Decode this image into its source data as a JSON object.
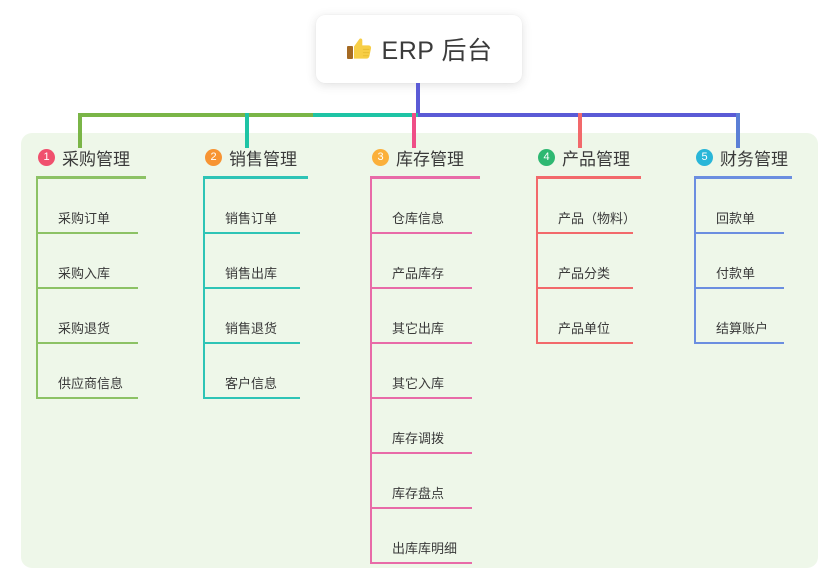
{
  "root": {
    "icon": "thumbs-up-icon",
    "title": "ERP 后台"
  },
  "colors": {
    "panel_bg": "#eef7e9",
    "trunk": "#5b5bd6",
    "bus_green": "#7ab547",
    "bus_teal": "#1ec4a5",
    "bus_blue": "#5b5bd6",
    "drop_1": "#7ab547",
    "drop_2": "#1ec4a5",
    "drop_3": "#ef4e87",
    "drop_4": "#f2696b",
    "drop_5": "#5b7fd6"
  },
  "columns": [
    {
      "number": "1",
      "title": "采购管理",
      "badge_color": "#f0506e",
      "line_color": "#8cc265",
      "items": [
        {
          "label": "采购订单"
        },
        {
          "label": "采购入库"
        },
        {
          "label": "采购退货"
        },
        {
          "label": "供应商信息"
        }
      ]
    },
    {
      "number": "2",
      "title": "销售管理",
      "badge_color": "#f79433",
      "line_color": "#2ec4b6",
      "items": [
        {
          "label": "销售订单"
        },
        {
          "label": "销售出库"
        },
        {
          "label": "销售退货"
        },
        {
          "label": "客户信息"
        }
      ]
    },
    {
      "number": "3",
      "title": "库存管理",
      "badge_color": "#fbb03b",
      "line_color": "#e86ba8",
      "items": [
        {
          "label": "仓库信息"
        },
        {
          "label": "产品库存"
        },
        {
          "label": "其它出库"
        },
        {
          "label": "其它入库"
        },
        {
          "label": "库存调拨"
        },
        {
          "label": "库存盘点"
        },
        {
          "label": "出库库明细"
        }
      ]
    },
    {
      "number": "4",
      "title": "产品管理",
      "badge_color": "#2eb872",
      "line_color": "#f2696b",
      "items": [
        {
          "label": "产品（物料）"
        },
        {
          "label": "产品分类"
        },
        {
          "label": "产品单位"
        }
      ]
    },
    {
      "number": "5",
      "title": "财务管理",
      "badge_color": "#29b6d8",
      "line_color": "#6b8ee0",
      "items": [
        {
          "label": "回款单"
        },
        {
          "label": "付款单"
        },
        {
          "label": "结算账户"
        }
      ]
    }
  ]
}
